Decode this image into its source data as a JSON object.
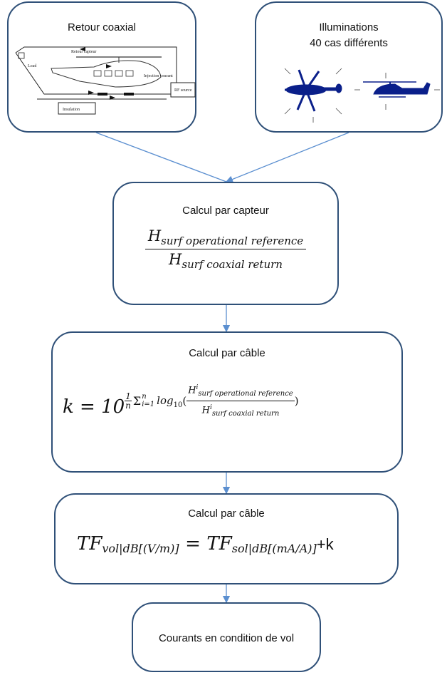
{
  "boxes": {
    "retour": {
      "title": "Retour coaxial"
    },
    "illuminations": {
      "title_line1": "Illuminations",
      "title_line2": "40 cas différents"
    },
    "capteur": {
      "title": "Calcul par capteur",
      "numerator_base": "H",
      "numerator_sub": "surf operational reference",
      "denominator_base": "H",
      "denominator_sub": "surf coaxial return"
    },
    "cable1": {
      "title": "Calcul par câble",
      "lhs": "k = 10",
      "exp_frac_num": "1",
      "exp_frac_den": "n",
      "sum_sym": "Σ",
      "sum_lower": "i=1",
      "sum_upper": "n",
      "log": "log",
      "log_sub": "10",
      "open_paren": "(",
      "close_paren": ")",
      "num_base": "H",
      "num_sup": "i",
      "num_sub": "surf operational reference",
      "den_base": "H",
      "den_sup": "i",
      "den_sub": "surf coaxial return"
    },
    "cable2": {
      "title": "Calcul par câble",
      "lhs_base": "TF",
      "lhs_sub": "vol|dB[(V/m)]",
      "equals": "=",
      "rhs_base": "TF",
      "rhs_sub": "sol|dB[(mA/A)]",
      "suffix": "+k"
    },
    "courants": {
      "title": "Courants en condition de vol"
    }
  },
  "figure_labels": {
    "retour_capteur": "Retour capteur",
    "injection_courant": "Injection courant",
    "rf_source": "RF source",
    "load": "Load",
    "insulation": "Insulation"
  },
  "colors": {
    "box_border": "#2f5078",
    "connector": "#5b8fd0",
    "helicopter": "#0a1f8a"
  }
}
